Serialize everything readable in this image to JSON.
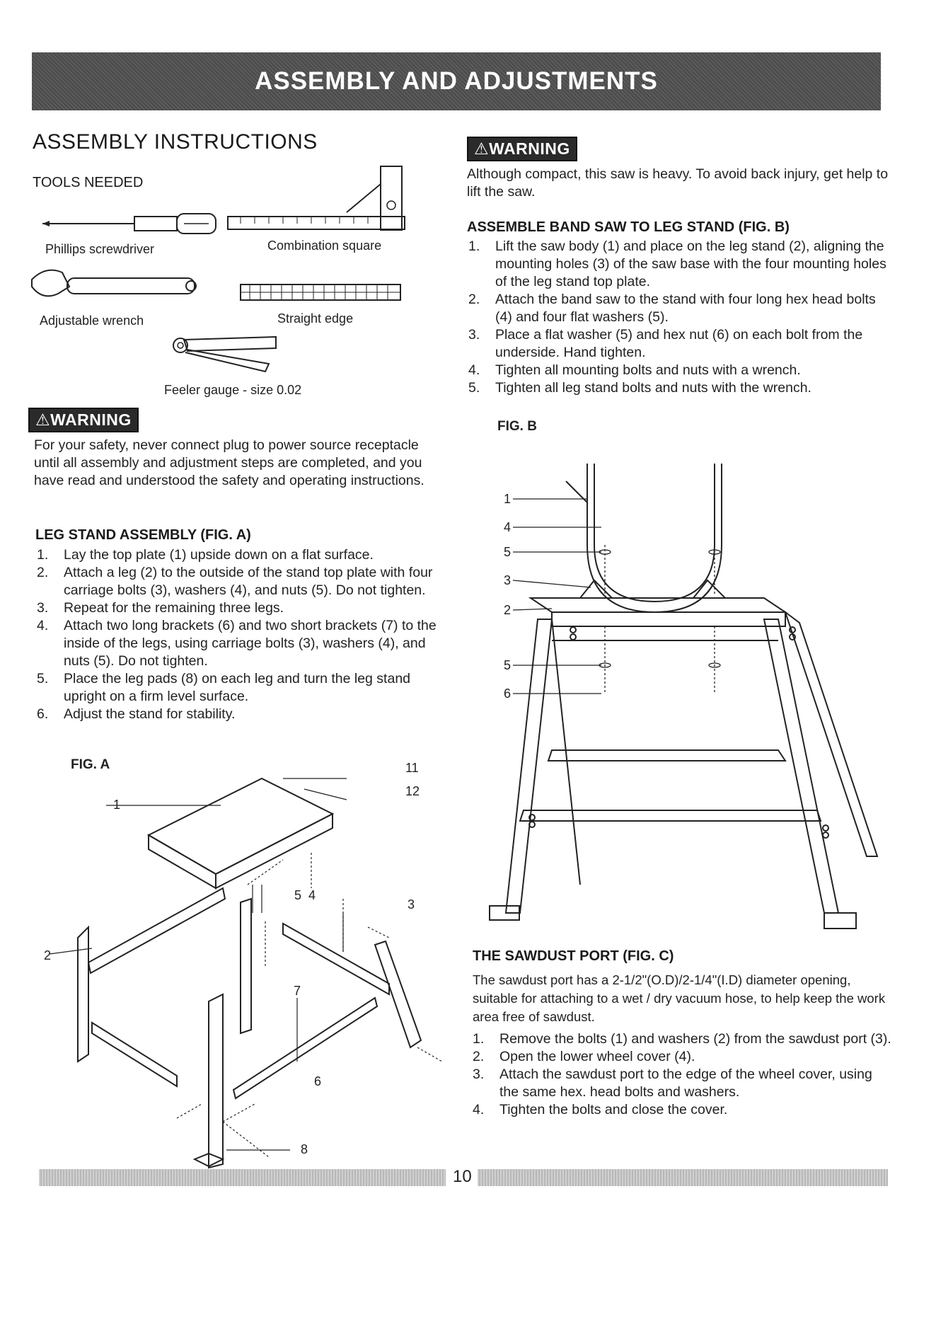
{
  "header": {
    "banner_title": "ASSEMBLY AND ADJUSTMENTS"
  },
  "left": {
    "section_title": "ASSEMBLY INSTRUCTIONS",
    "tools": {
      "heading": "TOOLS NEEDED",
      "items": [
        {
          "label": "Phillips screwdriver",
          "icon": "screwdriver-icon"
        },
        {
          "label": "Combination square",
          "icon": "combination-square-icon"
        },
        {
          "label": "Adjustable wrench",
          "icon": "wrench-icon"
        },
        {
          "label": "Straight edge",
          "icon": "ruler-icon"
        },
        {
          "label": "Feeler gauge - size 0.02",
          "icon": "feeler-gauge-icon"
        }
      ]
    },
    "warning": {
      "badge": "⚠WARNING",
      "text": "For your safety, never connect plug to power source receptacle until all assembly and adjustment steps are completed, and you have read and understood the safety and operating instructions."
    },
    "leg_stand": {
      "heading": "LEG STAND ASSEMBLY (FIG. A)",
      "steps": [
        {
          "num": "1.",
          "text": "Lay the top plate (1) upside down on a flat surface."
        },
        {
          "num": "2.",
          "text": "Attach a leg (2) to the outside of the stand top plate with four carriage bolts (3), washers (4), and nuts (5). Do not tighten."
        },
        {
          "num": "3.",
          "text": "Repeat for the remaining three legs."
        },
        {
          "num": "4.",
          "text": "Attach two long brackets (6) and two short brackets (7) to the inside of the legs, using carriage bolts (3), washers (4), and nuts (5). Do not tighten."
        },
        {
          "num": "5.",
          "text": "Place the leg pads (8) on each leg and turn the leg stand upright on a firm level surface."
        },
        {
          "num": "6.",
          "text": "Adjust the stand for stability."
        }
      ]
    },
    "fig_a": {
      "label": "FIG. A",
      "callouts": [
        "1",
        "2",
        "3",
        "5",
        "4",
        "6",
        "7",
        "8",
        "11",
        "12"
      ]
    }
  },
  "right": {
    "warning": {
      "badge": "⚠WARNING",
      "text": "Although compact, this saw is heavy. To avoid back injury, get help to lift the saw."
    },
    "band_saw": {
      "heading": "ASSEMBLE BAND SAW TO LEG STAND (FIG. B)",
      "steps": [
        {
          "num": "1.",
          "text": "Lift the saw body (1) and place on the leg stand (2), aligning the mounting holes (3) of the saw base with the four mounting holes of the leg stand top plate."
        },
        {
          "num": "2.",
          "text": "Attach the band saw to the stand with four long hex head bolts (4) and four flat washers (5)."
        },
        {
          "num": "3.",
          "text": "Place a flat washer (5) and hex nut (6) on each bolt from the underside. Hand tighten."
        },
        {
          "num": "4.",
          "text": "Tighten all mounting bolts and nuts with a wrench."
        },
        {
          "num": "5.",
          "text": "Tighten all leg stand bolts and nuts with the wrench."
        }
      ]
    },
    "fig_b": {
      "label": "FIG. B",
      "callouts": [
        "1",
        "4",
        "5",
        "3",
        "2",
        "5",
        "6"
      ]
    },
    "sawdust": {
      "heading": "THE SAWDUST PORT (FIG. C)",
      "intro": "The sawdust port has a 2-1/2\"(O.D)/2-1/4\"(I.D) diameter opening, suitable for attaching to a wet / dry vacuum hose, to help keep the work area free of sawdust.",
      "steps": [
        {
          "num": "1.",
          "text": "Remove the bolts (1) and washers (2) from the sawdust port (3)."
        },
        {
          "num": "2.",
          "text": "Open the lower wheel cover (4)."
        },
        {
          "num": "3.",
          "text": "Attach the sawdust port to the edge of the wheel cover, using the same hex. head bolts and washers."
        },
        {
          "num": "4.",
          "text": "Tighten the bolts and close the cover."
        }
      ]
    }
  },
  "footer": {
    "page_number": "10"
  }
}
